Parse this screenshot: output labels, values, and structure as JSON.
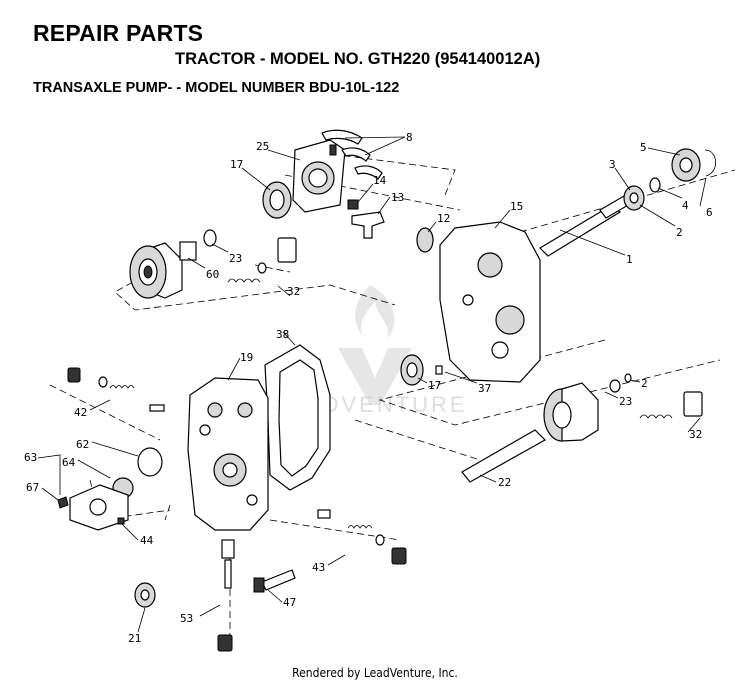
{
  "header": {
    "title": "REPAIR PARTS",
    "subtitle": "TRACTOR - MODEL NO. GTH220 (954140012A)",
    "section": "TRANSAXLE PUMP- - MODEL NUMBER BDU-10L-122"
  },
  "watermark": {
    "text": "LEADVENTURE"
  },
  "footer": {
    "text": "Rendered by LeadVenture, Inc."
  },
  "callouts": [
    {
      "id": "c8",
      "label": "8"
    },
    {
      "id": "c25",
      "label": "25"
    },
    {
      "id": "c17a",
      "label": "17"
    },
    {
      "id": "c14",
      "label": "14"
    },
    {
      "id": "c13",
      "label": "13"
    },
    {
      "id": "c12",
      "label": "12"
    },
    {
      "id": "c15",
      "label": "15"
    },
    {
      "id": "c3",
      "label": "3"
    },
    {
      "id": "c5",
      "label": "5"
    },
    {
      "id": "c4",
      "label": "4"
    },
    {
      "id": "c6",
      "label": "6"
    },
    {
      "id": "c2a",
      "label": "2"
    },
    {
      "id": "c1",
      "label": "1"
    },
    {
      "id": "c23a",
      "label": "23"
    },
    {
      "id": "c60",
      "label": "60"
    },
    {
      "id": "c32a",
      "label": "32"
    },
    {
      "id": "c38",
      "label": "38"
    },
    {
      "id": "c19",
      "label": "19"
    },
    {
      "id": "c17b",
      "label": "17"
    },
    {
      "id": "c37",
      "label": "37"
    },
    {
      "id": "c2b",
      "label": "2"
    },
    {
      "id": "c23b",
      "label": "23"
    },
    {
      "id": "c32b",
      "label": "32"
    },
    {
      "id": "c42",
      "label": "42"
    },
    {
      "id": "c63",
      "label": "63"
    },
    {
      "id": "c62",
      "label": "62"
    },
    {
      "id": "c64",
      "label": "64"
    },
    {
      "id": "c67",
      "label": "67"
    },
    {
      "id": "c44",
      "label": "44"
    },
    {
      "id": "c22",
      "label": "22"
    },
    {
      "id": "c43",
      "label": "43"
    },
    {
      "id": "c47",
      "label": "47"
    },
    {
      "id": "c53",
      "label": "53"
    },
    {
      "id": "c21",
      "label": "21"
    }
  ]
}
